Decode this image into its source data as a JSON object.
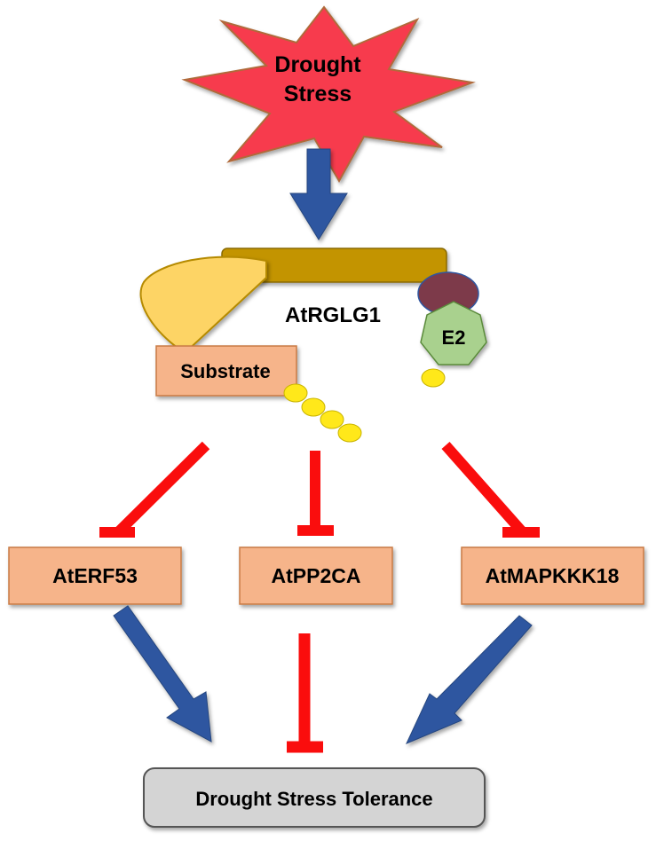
{
  "stimulus": {
    "line1": "Drought",
    "line2": "Stress"
  },
  "complex": {
    "name": "AtRGLG1",
    "e2_label": "E2",
    "substrate_label": "Substrate"
  },
  "targets": [
    {
      "label": "AtERF53"
    },
    {
      "label": "AtPP2CA"
    },
    {
      "label": "AtMAPKKK18"
    }
  ],
  "outcome": {
    "label": "Drought Stress Tolerance"
  },
  "colors": {
    "burst_fill": "#f73b4e",
    "burst_stroke": "#b06a3a",
    "activation_arrow": "#2f56a0",
    "inhibition": "#fa0d0d",
    "scaffold": "#c39400",
    "substrate_box": "#f6b48a",
    "ubiquitin": "#ffe81a",
    "e2_fill": "#a9d18e",
    "ring_domain": "#7d3a4a",
    "outcome_box": "#d4d4d4"
  }
}
